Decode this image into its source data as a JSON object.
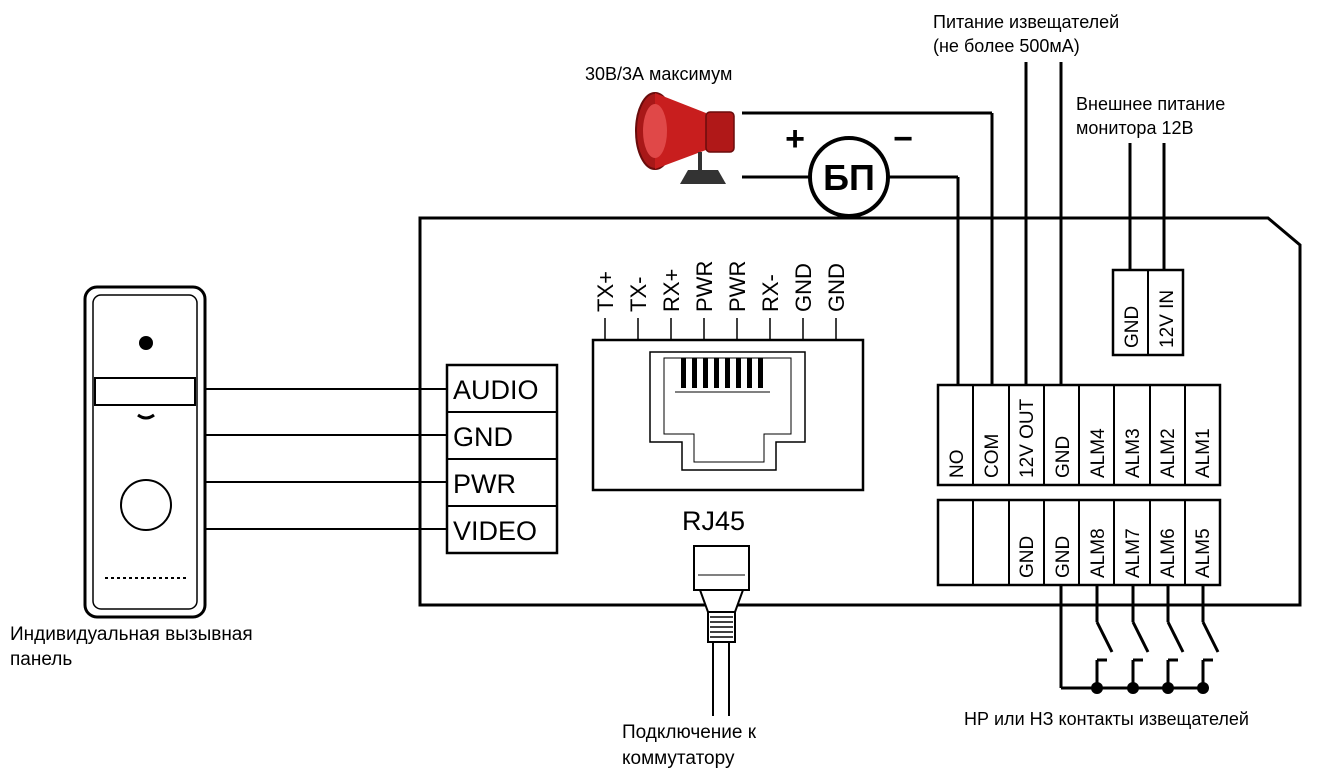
{
  "labels": {
    "siren_caption": "30В/3А максимум",
    "detector_power_line1": "Питание извещателей",
    "detector_power_line2": "(не более 500мА)",
    "ext_power_line1": "Внешнее питание",
    "ext_power_line2": "монитора 12В",
    "psu": "БП",
    "plus": "+",
    "minus": "−",
    "panel_caption_line1": "Индивидуальная вызывная",
    "panel_caption_line2": "панель",
    "rj45": "RJ45",
    "switch_caption_line1": "Подключение к",
    "switch_caption_line2": "коммутатору",
    "contacts_caption": "НР или НЗ контакты извещателей"
  },
  "panel_terminals": [
    "AUDIO",
    "GND",
    "PWR",
    "VIDEO"
  ],
  "rj45_pins": [
    "TX+",
    "TX-",
    "RX+",
    "PWR",
    "PWR",
    "RX-",
    "GND",
    "GND"
  ],
  "power_terminals": [
    "GND",
    "12V IN"
  ],
  "alarm_row_top": [
    "NO",
    "COM",
    "12V OUT",
    "GND",
    "ALM4",
    "ALM3",
    "ALM2",
    "ALM1"
  ],
  "alarm_row_bottom": [
    "",
    "",
    "GND",
    "GND",
    "ALM8",
    "ALM7",
    "ALM6",
    "ALM5"
  ],
  "colors": {
    "siren": "#c81e1e",
    "line": "#000000"
  }
}
